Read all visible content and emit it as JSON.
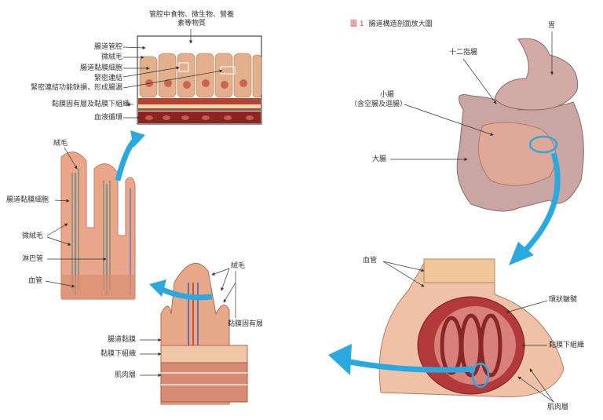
{
  "figure": {
    "number": "圖 1",
    "title": "腸道構造剖面放大圖"
  },
  "cell_panel": {
    "caption_line1": "管腔中食物、微生物、營養",
    "caption_line2": "素等物質",
    "labels": [
      "腸道管腔",
      "微絨毛",
      "腸道黏膜細胞",
      "緊密連結",
      "緊密連結功能缺損，形成腸漏",
      "黏膜固有層及黏膜下組織",
      "血液循環"
    ]
  },
  "villus_panel": {
    "labels": [
      "絨毛",
      "腸道黏膜細胞",
      "微絨毛",
      "淋巴管",
      "血管"
    ]
  },
  "wall_panel": {
    "labels": [
      "絨毛",
      "黏膜固有層",
      "腸道黏膜",
      "黏膜下組織",
      "肌肉層"
    ]
  },
  "abdomen_panel": {
    "labels": [
      "胃",
      "十二指腸",
      "小腸",
      "（含空腸及迴腸）",
      "大腸"
    ]
  },
  "section_panel": {
    "labels": [
      "血管",
      "環狀皺襞",
      "黏膜下組織",
      "肌肉層"
    ]
  },
  "colors": {
    "arrow": "#29a9e0",
    "tissue": "#e8a98a",
    "figure_number": "#d8383a"
  }
}
